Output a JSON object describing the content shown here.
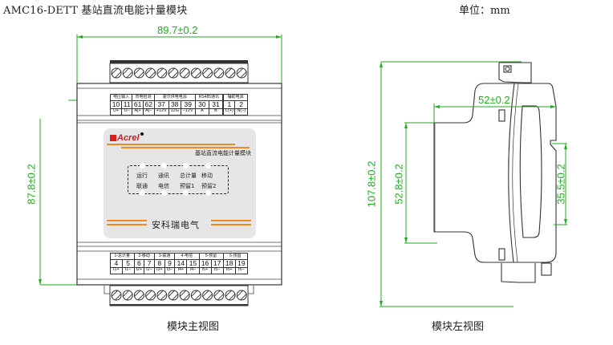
{
  "title": "AMC16-DETT 基站直流电能计量模块",
  "unit_label": "单位：mm",
  "front_view": {
    "caption": "模块主视图",
    "dimensions": {
      "width": "89.7±0.2",
      "height": "87.8±0.2"
    },
    "top_terminals": {
      "screw_count": 12,
      "groups": [
        "电压输入",
        "市电检测",
        "霍尔供电电源",
        "RS485通讯",
        "",
        "辅助电源"
      ],
      "numbers": [
        "10",
        "11",
        "61",
        "62",
        "37",
        "38",
        "39",
        "30",
        "31",
        "",
        "1",
        "2"
      ],
      "signals": [
        "U+",
        "U−",
        "A|+",
        "A|−",
        "+12V",
        "12G",
        "−12V",
        "A",
        "B",
        "",
        "L(+)",
        "N(−)"
      ]
    },
    "bottom_terminals": {
      "screw_count": 12,
      "groups": [
        "1-总计量",
        "2-移动",
        "3-联通",
        "4-电信",
        "5-预留",
        "6-预留"
      ],
      "numbers": [
        "4",
        "5",
        "6",
        "7",
        "8",
        "9",
        "14",
        "15",
        "16",
        "17",
        "18",
        "19"
      ],
      "signals": [
        "I1+",
        "I1−",
        "I2+",
        "I2−",
        "I3+",
        "I3−",
        "I4+",
        "I4−",
        "I5+",
        "I5−",
        "I6+",
        "I6−"
      ]
    },
    "panel": {
      "brand": "Acrel",
      "model_name": "基站直流电能计量模块",
      "led_labels_row1": [
        "运行",
        "通讯",
        "总计量",
        "移动"
      ],
      "led_labels_row2": [
        "联通",
        "电信",
        "预留1",
        "预留2"
      ],
      "company": "安科瑞电气"
    }
  },
  "side_view": {
    "caption": "模块左视图",
    "dimensions": {
      "overall_height": "107.8±0.2",
      "body_height": "52.8±0.2",
      "depth": "52±0.2",
      "rail_height": "35.5±0.2"
    }
  },
  "colors": {
    "dimension": "#22aa22",
    "accent": "#f08a1c",
    "brand": "#c81e1e",
    "outline": "#333333"
  }
}
